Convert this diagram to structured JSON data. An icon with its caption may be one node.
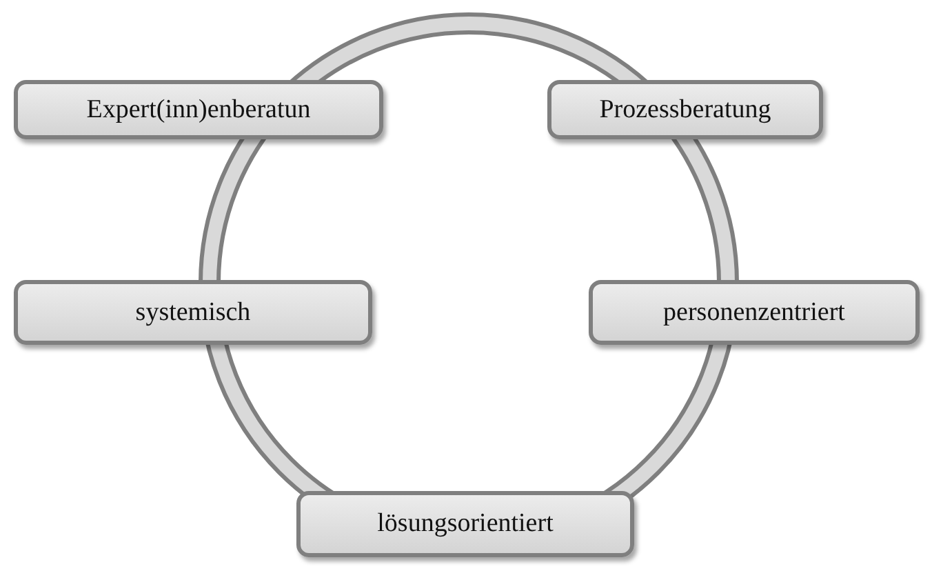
{
  "diagram": {
    "nodes": [
      {
        "text": [
          "Expert(inn)enberatun"
        ]
      },
      {
        "text": [
          "Prozessberatung"
        ]
      },
      {
        "text": [
          "systemisch"
        ]
      },
      {
        "text": [
          "personenzentriert"
        ]
      },
      {
        "text": [
          "lösungsorientiert"
        ]
      }
    ]
  }
}
